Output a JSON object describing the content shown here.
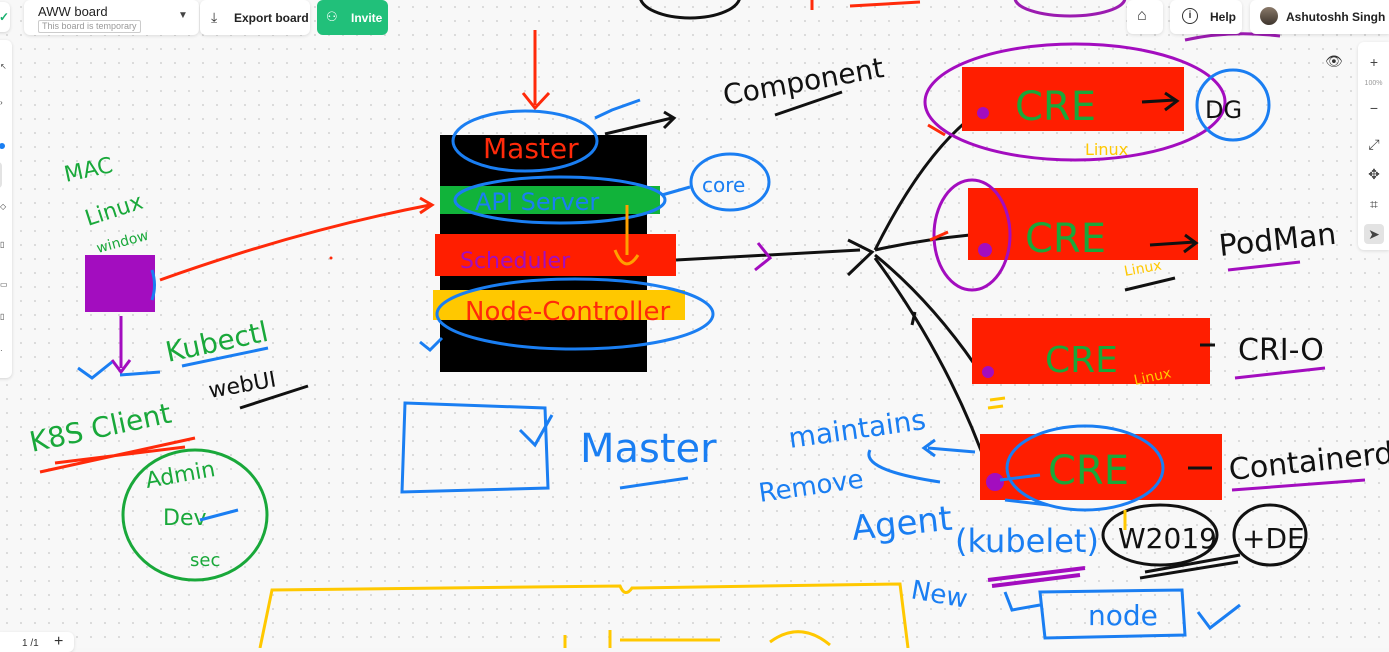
{
  "toolbar": {
    "board_name": "AWW board",
    "board_note": "This board is temporary",
    "export_label": "Export board",
    "invite_label": "Invite",
    "help_label": "Help",
    "user_name": "Ashutoshh Singh",
    "zoom_level": "100%"
  },
  "pager": {
    "page_indicator": "1 /1"
  },
  "board": {
    "labels": {
      "mac": "MAC",
      "linux": "Linux",
      "windows": "window",
      "kubectl": "Kubectl",
      "webui": "webUI",
      "k8s_client": "K8S Client",
      "admin": "Admin",
      "dev": "Dev",
      "sec": "sec",
      "master_box": "Master",
      "api_server": "API Server",
      "scheduler": "Scheduler",
      "node_controller": "Node-Controller",
      "core": "core",
      "component": "Component",
      "master_lbl": "Master",
      "cre1": "CRE",
      "cre2": "CRE",
      "cre3": "CRE",
      "cre4": "CRE",
      "linux_a": "Linux",
      "linux_b": "Linux",
      "linux_c": "Linux",
      "docker": "DG",
      "podman": "PodMan",
      "crio": "CRI-O",
      "containerd": "Containerd",
      "maintains": "maintains",
      "remove": "Remove",
      "agent": "Agent",
      "kubelet": "(kubelet)",
      "w2019": "W2019",
      "xde": "+DE",
      "new": "New",
      "node": "node"
    }
  }
}
